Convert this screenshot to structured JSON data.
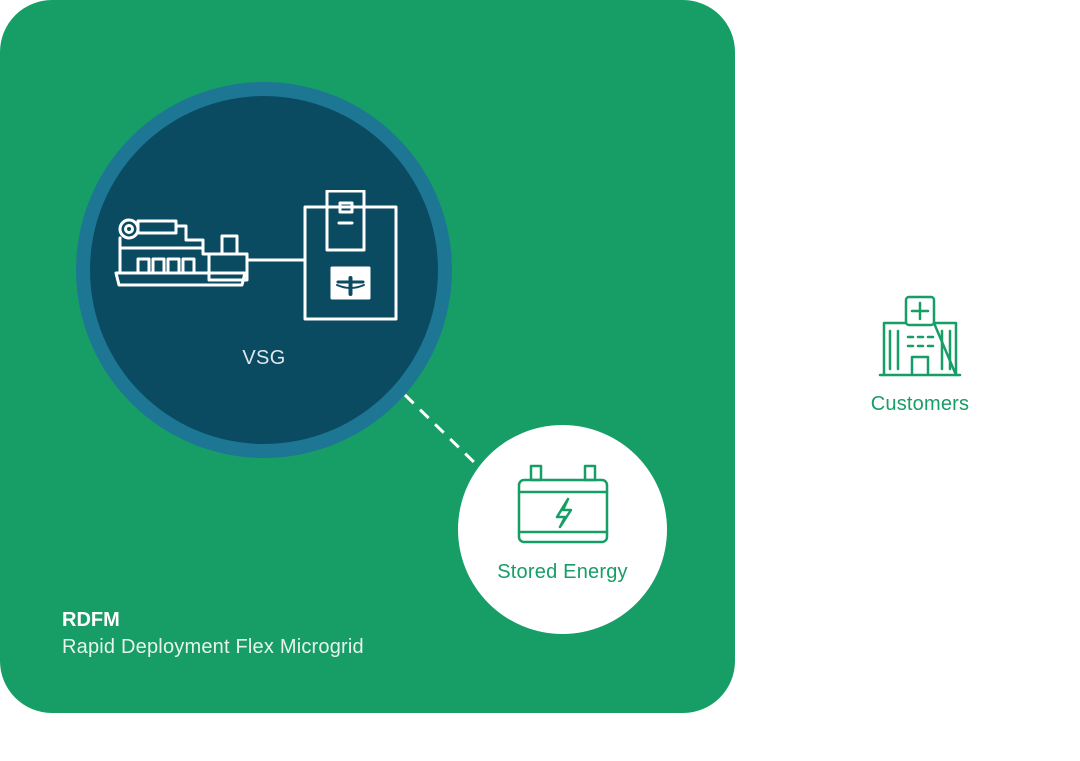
{
  "vsg": {
    "label": "VSG"
  },
  "storage": {
    "label": "Stored Energy"
  },
  "rdfm": {
    "title": "RDFM",
    "subtitle": "Rapid Deployment Flex Microgrid"
  },
  "customers": {
    "label": "Customers"
  },
  "icons": {
    "generator": "generator-engine-icon",
    "inverter": "inverter-cabinet-icon",
    "battery": "battery-bolt-icon",
    "hospital": "hospital-building-icon"
  },
  "colors": {
    "panel": "#179d66",
    "ring": "#1d7794",
    "vsg": "#0a4b62",
    "accent": "#179d66",
    "white": "#ffffff"
  }
}
